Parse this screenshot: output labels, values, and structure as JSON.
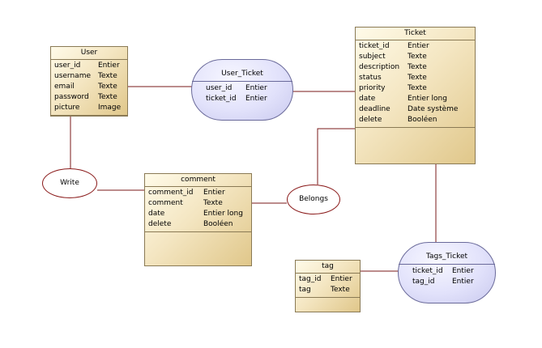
{
  "entities": {
    "user": {
      "title": "User",
      "attrs": [
        {
          "name": "user_id",
          "type": "Entier"
        },
        {
          "name": "username",
          "type": "Texte"
        },
        {
          "name": "email",
          "type": "Texte"
        },
        {
          "name": "password",
          "type": "Texte"
        },
        {
          "name": "picture",
          "type": "Image"
        }
      ]
    },
    "ticket": {
      "title": "Ticket",
      "attrs": [
        {
          "name": "ticket_id",
          "type": "Entier"
        },
        {
          "name": "subject",
          "type": "Texte"
        },
        {
          "name": "description",
          "type": "Texte"
        },
        {
          "name": "status",
          "type": "Texte"
        },
        {
          "name": "priority",
          "type": "Texte"
        },
        {
          "name": "date",
          "type": "Entier long"
        },
        {
          "name": "deadline",
          "type": "Date système"
        },
        {
          "name": "delete",
          "type": "Booléen"
        }
      ]
    },
    "comment": {
      "title": "comment",
      "attrs": [
        {
          "name": "comment_id",
          "type": "Entier"
        },
        {
          "name": "comment",
          "type": "Texte"
        },
        {
          "name": "date",
          "type": "Entier long"
        },
        {
          "name": "delete",
          "type": "Booléen"
        }
      ]
    },
    "tag": {
      "title": "tag",
      "attrs": [
        {
          "name": "tag_id",
          "type": "Entier"
        },
        {
          "name": "tag",
          "type": "Texte"
        }
      ]
    }
  },
  "associations": {
    "user_ticket": {
      "title": "User_Ticket",
      "attrs": [
        {
          "name": "user_id",
          "type": "Entier"
        },
        {
          "name": "ticket_id",
          "type": "Entier"
        }
      ]
    },
    "tags_ticket": {
      "title": "Tags_Ticket",
      "attrs": [
        {
          "name": "ticket_id",
          "type": "Entier"
        },
        {
          "name": "tag_id",
          "type": "Entier"
        }
      ]
    }
  },
  "relations": {
    "write": {
      "label": "Write"
    },
    "belongs": {
      "label": "Belongs"
    }
  },
  "colors": {
    "link": "#7a1a1a",
    "entity_border": "#8a7a55",
    "association_border": "#6a6a9a"
  }
}
